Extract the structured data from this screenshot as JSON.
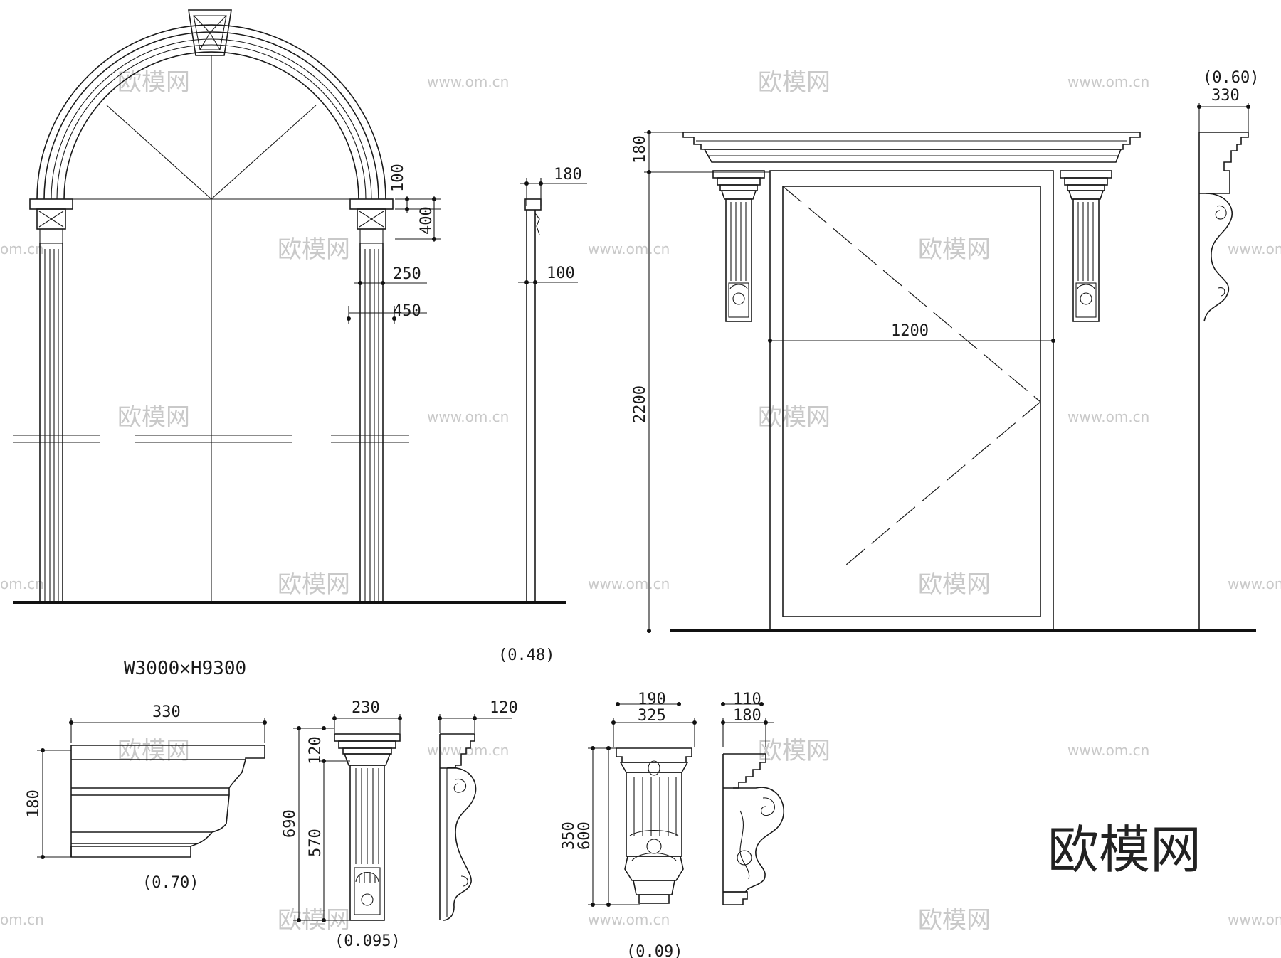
{
  "watermark": {
    "cn": "欧模网",
    "url": "www.om.cn",
    "short": "om.cn"
  },
  "brand": "欧模网",
  "arch": {
    "title": "W3000✕H9300",
    "dims": {
      "capital_top": "100",
      "capital_height": "400",
      "shaft_inner": "250",
      "shaft_outer": "450"
    }
  },
  "side_profile": {
    "dims": {
      "top": "180",
      "mid": "100"
    },
    "scale": "(0.48)"
  },
  "door": {
    "dims": {
      "cornice": "180",
      "height": "2200",
      "width": "1200"
    }
  },
  "bracket_side": {
    "dims": {
      "width": "330"
    },
    "scale": "(0.60)"
  },
  "details": {
    "cornice": {
      "width": "330",
      "height": "180",
      "scale": "(0.70)"
    },
    "pilaster": {
      "width": "230",
      "cap": "120",
      "total": "690",
      "shaft": "570",
      "scale": "(0.095)"
    },
    "pilaster_side": {
      "width": "120"
    },
    "corbel": {
      "width_top": "190",
      "width": "325",
      "height_a": "350",
      "height_b": "600",
      "scale": "(0.09)"
    },
    "corbel_side": {
      "width_top": "110",
      "width": "180"
    }
  }
}
